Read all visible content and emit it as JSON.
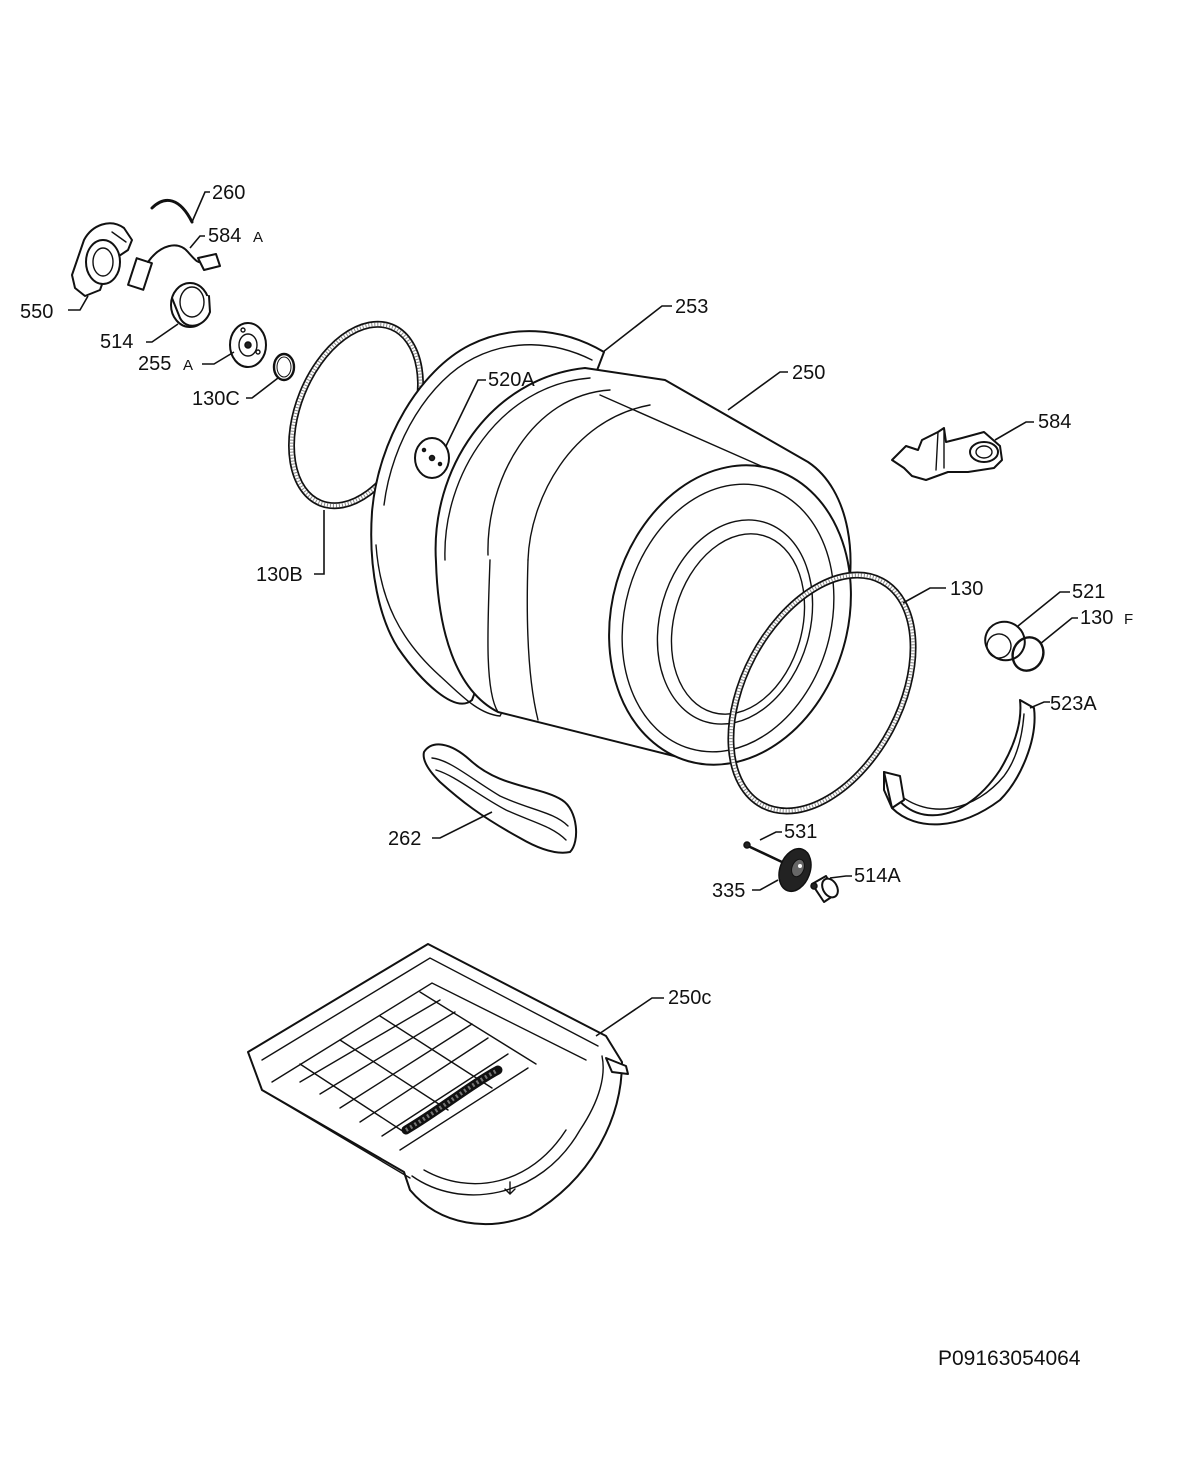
{
  "labels": {
    "p260": "260",
    "p584a_num": "584",
    "p584a_suf": "A",
    "p550": "550",
    "p514": "514",
    "p255a_num": "255",
    "p255a_suf": "A",
    "p130c": "130C",
    "p253": "253",
    "p520a": "520A",
    "p250": "250",
    "p584": "584",
    "p130b": "130B",
    "p130": "130",
    "p521": "521",
    "p130f_num": "130",
    "p130f_suf": "F",
    "p523a": "523A",
    "p262": "262",
    "p531": "531",
    "p335": "335",
    "p514a": "514A",
    "p250c": "250c"
  },
  "reference_code": "P09163054064"
}
